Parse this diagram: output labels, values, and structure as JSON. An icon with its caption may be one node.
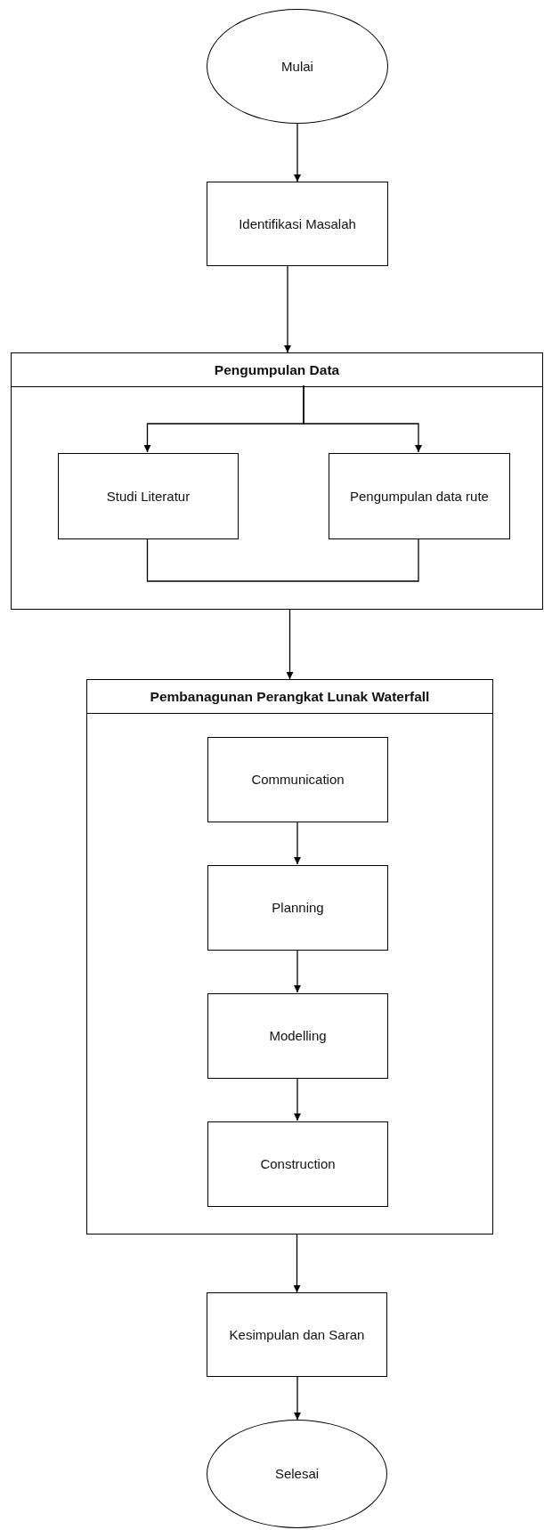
{
  "diagram": {
    "nodes": [
      {
        "text": [
          "Mulai"
        ]
      },
      {
        "text": [
          "Identifikasi Masalah"
        ]
      },
      {
        "text": [
          "Pengumpulan Data"
        ]
      },
      {
        "text": [
          "Studi Literatur"
        ],
        "in": 2
      },
      {
        "text": [
          "Pengumpulan data rute"
        ],
        "in": 2
      },
      {
        "text": [
          "Pembanagunan Perangkat Lunak Waterfall"
        ]
      },
      {
        "text": [
          "Communication"
        ],
        "in": 5
      },
      {
        "text": [
          "Planning"
        ],
        "in": 5
      },
      {
        "text": [
          "Modelling"
        ],
        "in": 5
      },
      {
        "text": [
          "Construction"
        ],
        "in": 5
      },
      {
        "text": [
          "Kesimpulan dan Saran"
        ]
      },
      {
        "text": [
          "Selesai"
        ]
      }
    ],
    "edges": [
      {
        "from": 0,
        "to": 1,
        "arrow": "to"
      },
      {
        "from": 1,
        "to": 2,
        "arrow": "to"
      },
      {
        "from": 2,
        "to": 3,
        "arrow": "to"
      },
      {
        "from": 2,
        "to": 4,
        "arrow": "to"
      },
      {
        "from": 3,
        "to": 4,
        "arrow": "none"
      },
      {
        "from": 2,
        "to": 5,
        "arrow": "to"
      },
      {
        "from": 6,
        "to": 7,
        "arrow": "to"
      },
      {
        "from": 7,
        "to": 8,
        "arrow": "to"
      },
      {
        "from": 8,
        "to": 9,
        "arrow": "to"
      },
      {
        "from": 5,
        "to": 10,
        "arrow": "to"
      },
      {
        "from": 10,
        "to": 11,
        "arrow": "to"
      }
    ]
  }
}
